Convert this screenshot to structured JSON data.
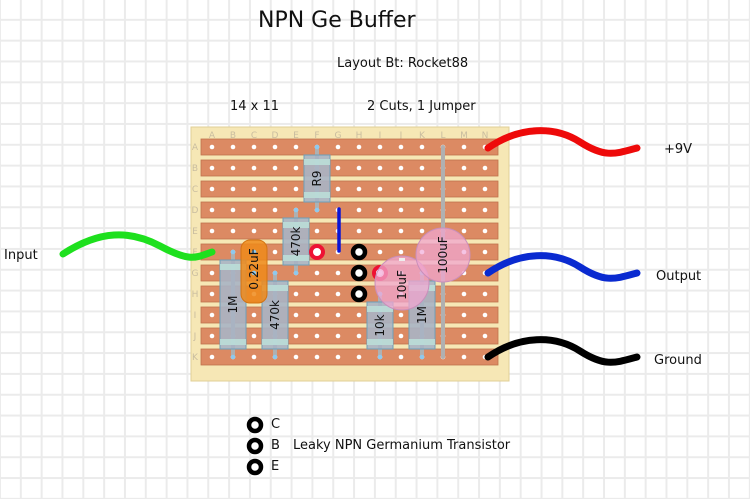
{
  "title": "NPN Ge Buffer",
  "credit": "Layout Bt: Rocket88",
  "board_size": "14 x 11",
  "cuts_jumpers": "2 Cuts, 1 Jumper",
  "board": {
    "columns": [
      "A",
      "B",
      "C",
      "D",
      "E",
      "F",
      "G",
      "H",
      "I",
      "J",
      "K",
      "L",
      "M",
      "N"
    ],
    "rows": [
      "A",
      "B",
      "C",
      "D",
      "E",
      "F",
      "G",
      "H",
      "I",
      "J",
      "K"
    ],
    "colors": {
      "board": "#f6e7b5",
      "strip": "#dc8a63",
      "hole": "#ffffff",
      "leg": "#b8b8b8"
    }
  },
  "components": [
    {
      "type": "resistor",
      "label": "R9",
      "col": "F",
      "from_row": "A",
      "to_row": "D"
    },
    {
      "type": "resistor",
      "label": "470k",
      "col": "E",
      "from_row": "D",
      "to_row": "G"
    },
    {
      "type": "capacitor",
      "label": "0.22uF",
      "col": "C",
      "from_row": "F",
      "to_row": "G"
    },
    {
      "type": "resistor",
      "label": "1M",
      "col": "B",
      "from_row": "F",
      "to_row": "K"
    },
    {
      "type": "resistor",
      "label": "470k",
      "col": "D",
      "from_row": "G",
      "to_row": "K"
    },
    {
      "type": "resistor",
      "label": "10k",
      "col": "I",
      "from_row": "H",
      "to_row": "K"
    },
    {
      "type": "resistor",
      "label": "1M",
      "col": "K",
      "from_row": "G",
      "to_row": "K"
    },
    {
      "type": "electrolytic",
      "label": "10uF",
      "col": "J",
      "from_row": "G",
      "to_row": "H"
    },
    {
      "type": "electrolytic",
      "label": "100uF",
      "col": "L",
      "from_row": "F",
      "to_row": "F"
    },
    {
      "type": "link",
      "col": "L",
      "from_row": "A",
      "to_row": "K"
    }
  ],
  "jumper": {
    "col": "G",
    "from_row": "D",
    "to_row": "F",
    "color": "#0a14d6"
  },
  "cuts": [
    {
      "col": "F",
      "row": "F"
    },
    {
      "col": "I",
      "row": "G"
    }
  ],
  "transistor": {
    "col": "H",
    "rows": [
      "F",
      "G",
      "H"
    ]
  },
  "wires": [
    {
      "label": "Input",
      "color": "#1ee01e",
      "row": "F"
    },
    {
      "label": "+9V",
      "color": "#ee0a0a",
      "row": "A"
    },
    {
      "label": "Output",
      "color": "#0a2ad0",
      "row": "G"
    },
    {
      "label": "Ground",
      "color": "#000000",
      "row": "K"
    }
  ],
  "legend": {
    "pins": [
      "C",
      "B",
      "E"
    ],
    "description": "Leaky NPN Germanium Transistor"
  }
}
